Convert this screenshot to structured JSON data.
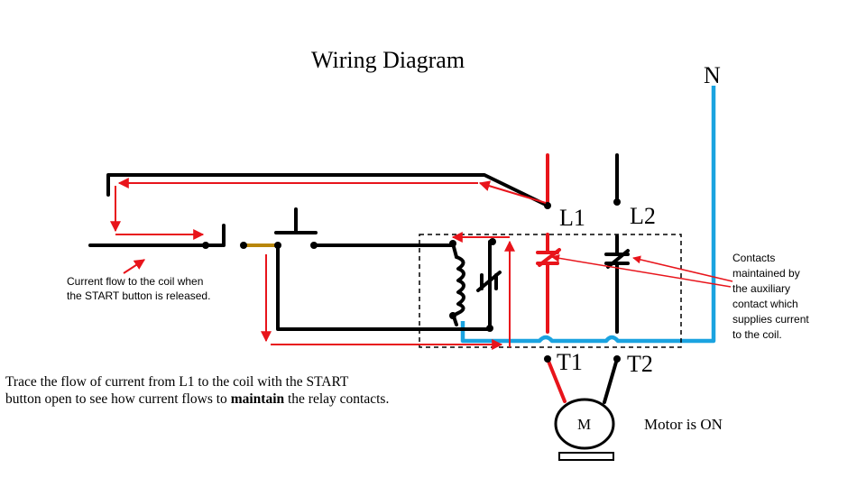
{
  "diagram": {
    "title": "Wiring Diagram",
    "terminals": {
      "n": "N",
      "l1": "L1",
      "l2": "L2",
      "t1": "T1",
      "t2": "T2"
    },
    "motor_label": "M",
    "motor_status": "Motor is ON",
    "coil_note": {
      "line1": "Current flow to the coil when",
      "line2": "the START button is released."
    },
    "aux_note": {
      "line1": "Contacts",
      "line2": "maintained by",
      "line3": "the auxiliary",
      "line4": "contact which",
      "line5": "supplies current",
      "line6": "to the coil."
    },
    "trace": {
      "line1": "Trace the flow of current from L1 to the coil with the START",
      "line2_before": "button open to see how current flows to ",
      "line2_bold": "maintain",
      "line2_after": " the relay contacts."
    },
    "colors": {
      "powered_wire": "#e8141b",
      "neutral_wire": "#1aa3e0",
      "wire": "#000000",
      "stop_link": "#b8860b"
    }
  }
}
